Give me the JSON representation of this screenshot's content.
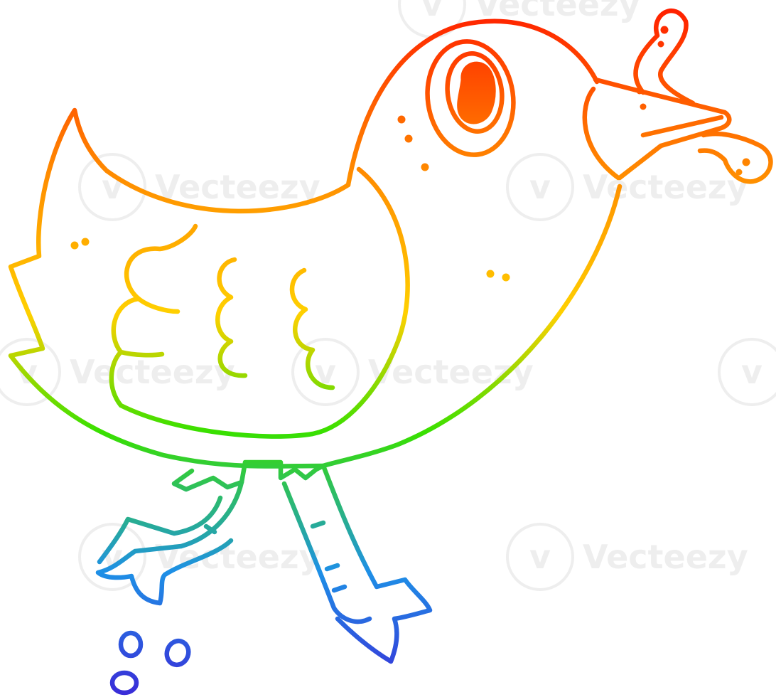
{
  "image": {
    "subject-icon": "cartoon-bird-eating-worm",
    "style": "rainbow-gradient line art",
    "colors": {
      "top": "#ff1a00",
      "upper": "#ff8c00",
      "middle": "#ffd000",
      "lower": "#39e000",
      "bottom-blue": "#1e90e6",
      "bottom": "#3a2ad8",
      "background": "#ffffff"
    }
  },
  "watermark": {
    "text": "Vecteezy",
    "icon": "vecteezy-v-logo"
  }
}
